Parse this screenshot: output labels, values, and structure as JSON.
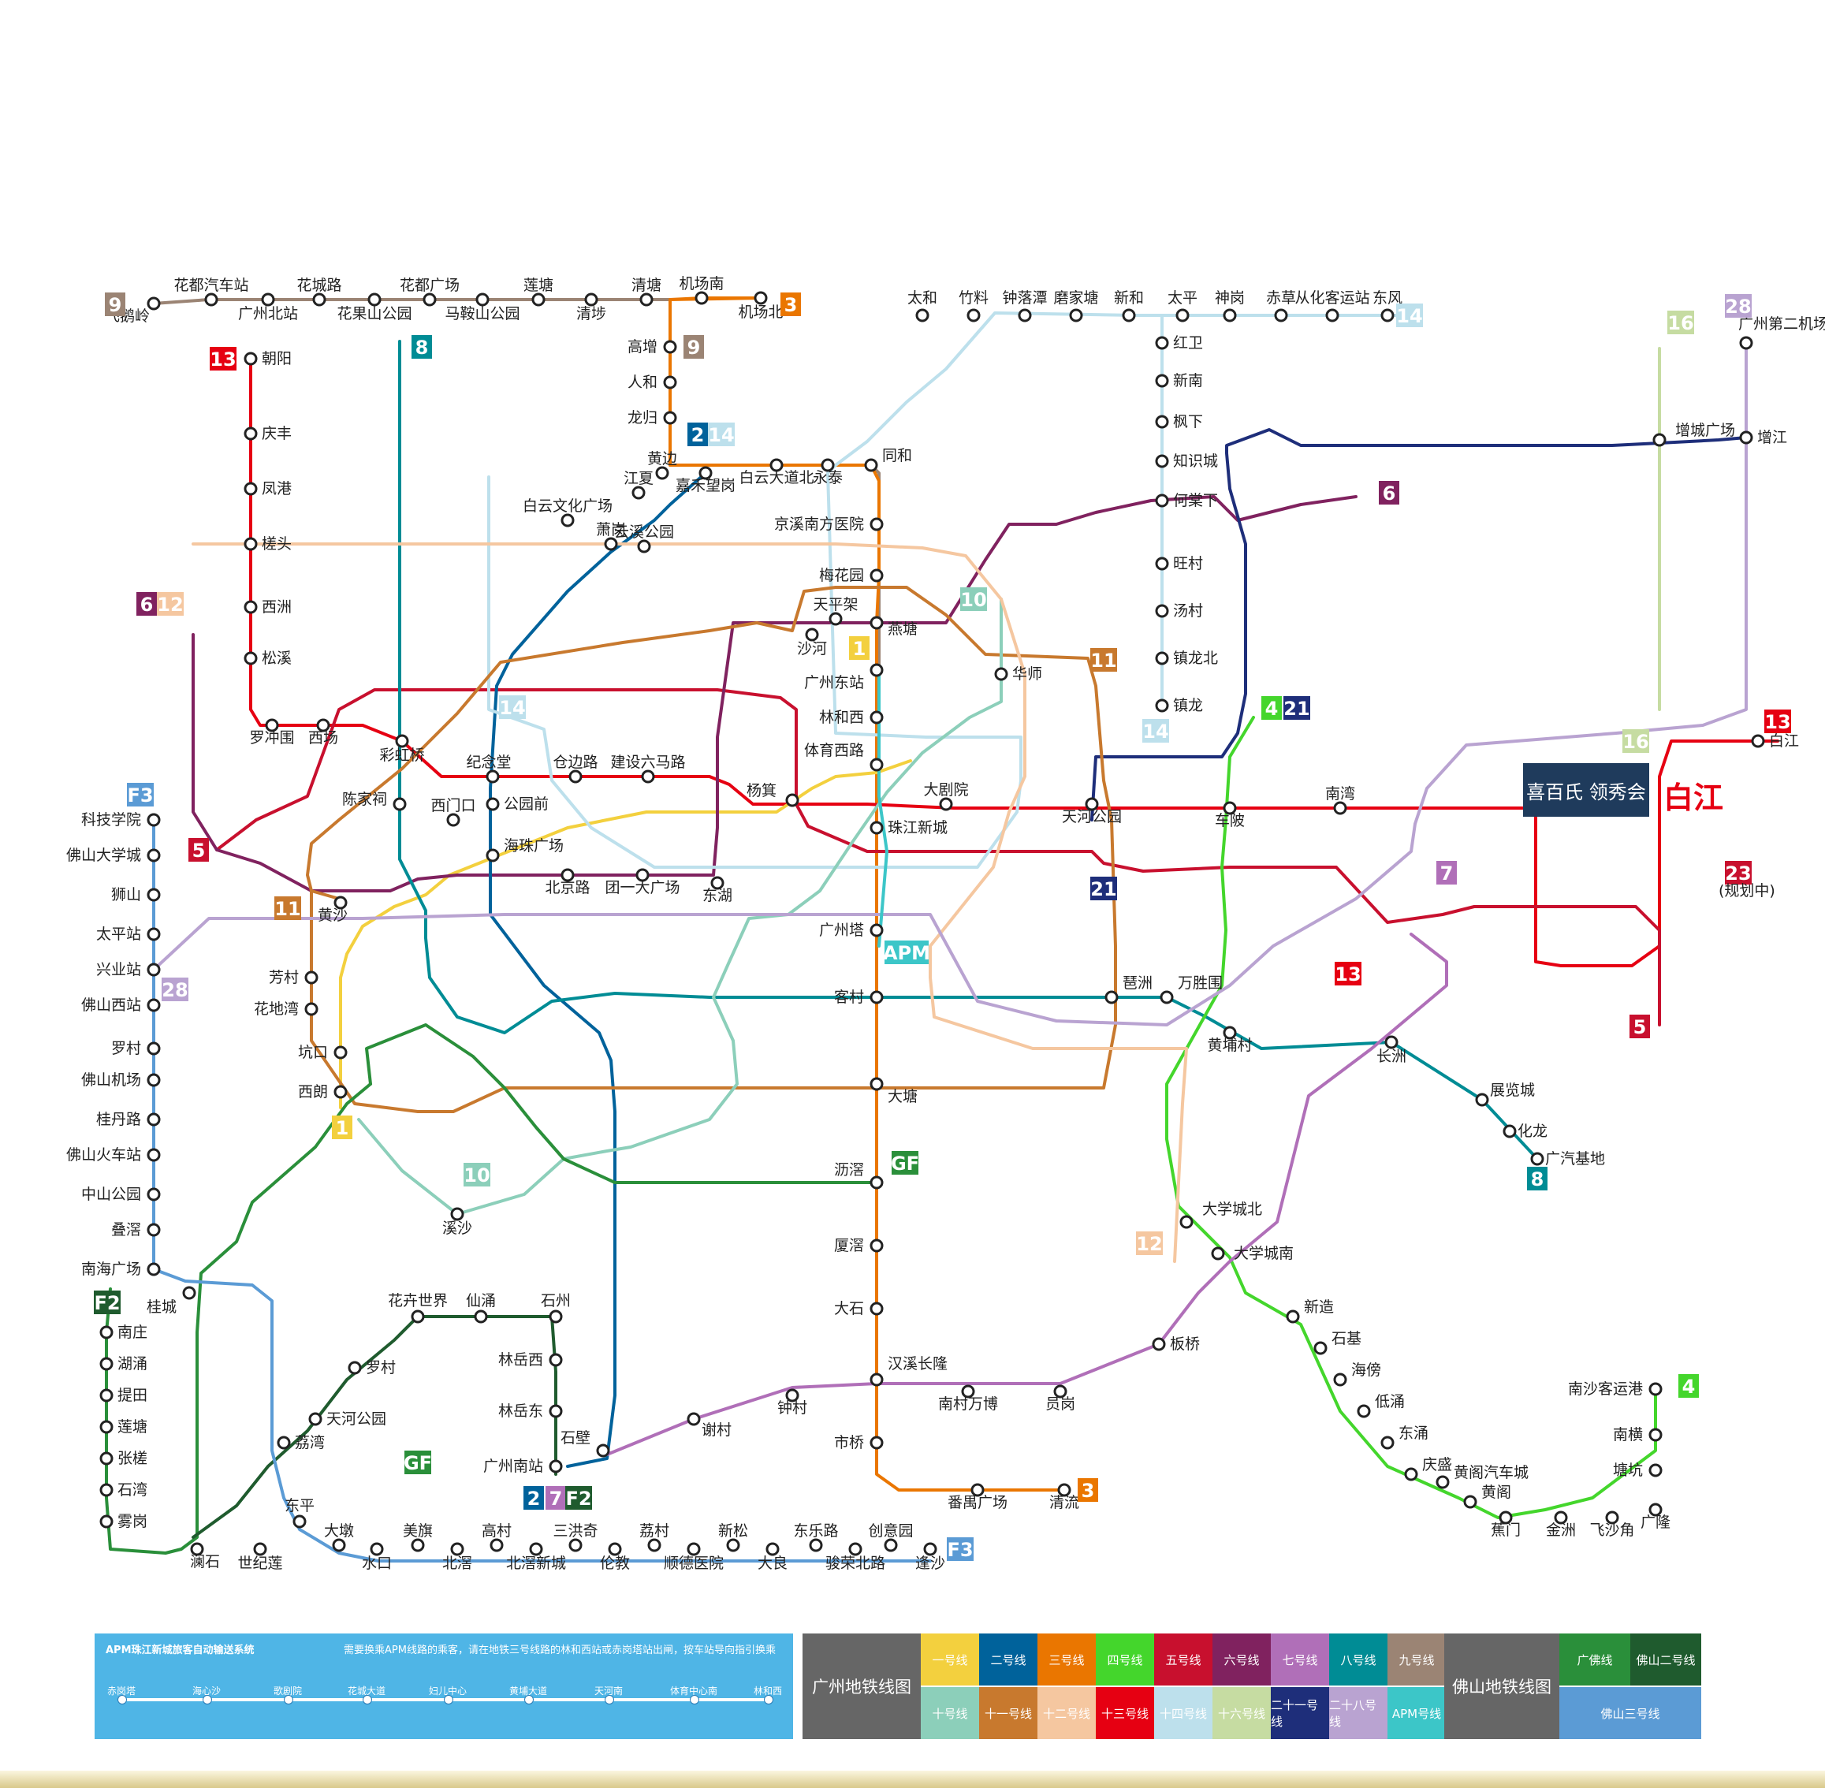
{
  "stations": [
    {
      "key": "fhl",
      "name": "飞鹅岭"
    },
    {
      "key": "hdqcz",
      "name": "花都汽车站"
    },
    {
      "key": "gzbz",
      "name": "广州北站"
    },
    {
      "key": "hcl",
      "name": "花城路"
    },
    {
      "key": "hgsgy",
      "name": "花果山公园"
    },
    {
      "key": "hdgc",
      "name": "花都广场"
    },
    {
      "key": "masgy",
      "name": "马鞍山公园"
    },
    {
      "key": "lt",
      "name": "莲塘"
    },
    {
      "key": "qb",
      "name": "清埗"
    },
    {
      "key": "qt",
      "name": "清塘"
    },
    {
      "key": "jcn",
      "name": "机场南"
    },
    {
      "key": "jcb",
      "name": "机场北"
    },
    {
      "key": "gz",
      "name": "高增"
    },
    {
      "key": "rh",
      "name": "人和"
    },
    {
      "key": "lg",
      "name": "龙归"
    },
    {
      "key": "jhwg",
      "name": "嘉禾望岗"
    },
    {
      "key": "bydlb",
      "name": "白云大道北"
    },
    {
      "key": "yt",
      "name": "永泰"
    },
    {
      "key": "th",
      "name": "同和"
    },
    {
      "key": "jxnfyy",
      "name": "京溪南方医院"
    },
    {
      "key": "mhy",
      "name": "梅花园"
    },
    {
      "key": "yt2",
      "name": "燕塘"
    },
    {
      "key": "gzdz",
      "name": "广州东站"
    },
    {
      "key": "lhx",
      "name": "林和西"
    },
    {
      "key": "tyxl",
      "name": "体育西路"
    },
    {
      "key": "zjxc",
      "name": "珠江新城"
    },
    {
      "key": "gzt",
      "name": "广州塔"
    },
    {
      "key": "kc",
      "name": "客村"
    },
    {
      "key": "dt",
      "name": "大塘"
    },
    {
      "key": "lj",
      "name": "沥滘"
    },
    {
      "key": "xl",
      "name": "厦滘"
    },
    {
      "key": "ds",
      "name": "大石"
    },
    {
      "key": "hxcl",
      "name": "汉溪长隆"
    },
    {
      "key": "sq",
      "name": "市桥"
    },
    {
      "key": "pygc",
      "name": "番禺广场"
    },
    {
      "key": "ql",
      "name": "清流"
    },
    {
      "key": "xh",
      "name": "新和"
    },
    {
      "key": "hw",
      "name": "红卫"
    },
    {
      "key": "xn",
      "name": "新南"
    },
    {
      "key": "fx",
      "name": "枫下"
    },
    {
      "key": "zsc",
      "name": "知识城"
    },
    {
      "key": "hxx",
      "name": "何棠下"
    },
    {
      "key": "wg",
      "name": "旺村"
    },
    {
      "key": "tc",
      "name": "汤村"
    },
    {
      "key": "zlb",
      "name": "镇龙北"
    },
    {
      "key": "zl",
      "name": "镇龙"
    },
    {
      "key": "th2",
      "name": "太和"
    },
    {
      "key": "zl2",
      "name": "竹料"
    },
    {
      "key": "zlt",
      "name": "钟落潭"
    },
    {
      "key": "ljt",
      "name": "磨家塘"
    },
    {
      "key": "tp",
      "name": "太平"
    },
    {
      "key": "sg",
      "name": "神岗"
    },
    {
      "key": "cc",
      "name": "赤草"
    },
    {
      "key": "chkyz",
      "name": "从化客运站"
    },
    {
      "key": "df",
      "name": "东风"
    },
    {
      "key": "zy",
      "name": "朝阳"
    },
    {
      "key": "qf",
      "name": "庆丰"
    },
    {
      "key": "fg",
      "name": "凤港"
    },
    {
      "key": "xt",
      "name": "槎头"
    },
    {
      "key": "xz",
      "name": "西洲"
    },
    {
      "key": "sx",
      "name": "松溪"
    },
    {
      "key": "lcw",
      "name": "罗冲围"
    },
    {
      "key": "xc",
      "name": "西场"
    },
    {
      "key": "chq",
      "name": "彩虹桥"
    },
    {
      "key": "jnt",
      "name": "纪念堂"
    },
    {
      "key": "cbl",
      "name": "仓边路"
    },
    {
      "key": "jsll",
      "name": "建设六马路"
    },
    {
      "key": "zhs",
      "name": "杨箕"
    },
    {
      "key": "dhc",
      "name": "大剧院"
    },
    {
      "key": "tjgy",
      "name": "天河公园"
    },
    {
      "key": "cb",
      "name": "车陂"
    },
    {
      "key": "nx",
      "name": "南湾"
    },
    {
      "key": "hly",
      "name": "海珠广场"
    },
    {
      "key": "bjl",
      "name": "北京路"
    },
    {
      "key": "tydgc",
      "name": "团一大广场"
    },
    {
      "key": "dh",
      "name": "东湖"
    },
    {
      "key": "gzsz",
      "name": "公园前"
    },
    {
      "key": "xmk",
      "name": "西门口"
    },
    {
      "key": "csd",
      "name": "陈家祠"
    },
    {
      "key": "hs",
      "name": "黄沙"
    },
    {
      "key": "kc2",
      "name": "坑口"
    },
    {
      "key": "fc",
      "name": "芳村"
    },
    {
      "key": "hdw",
      "name": "花地湾"
    },
    {
      "key": "xl2",
      "name": "西朗"
    },
    {
      "key": "hz",
      "name": "华师"
    },
    {
      "key": "sp",
      "name": "沙河"
    },
    {
      "key": "tpd",
      "name": "天平架"
    },
    {
      "key": "yzx",
      "name": "云溪公园"
    },
    {
      "key": "bysy",
      "name": "白云文化广场"
    },
    {
      "key": "xxl",
      "name": "萧岗"
    },
    {
      "key": "jx",
      "name": "江夏"
    },
    {
      "key": "jhsr",
      "name": "黄边"
    },
    {
      "key": "pz",
      "name": "琶洲"
    },
    {
      "key": "wsm",
      "name": "万胜围"
    },
    {
      "key": "hppg",
      "name": "黄埔村"
    },
    {
      "key": "cz",
      "name": "长洲"
    },
    {
      "key": "zxd",
      "name": "展览城"
    },
    {
      "key": "hg",
      "name": "化龙"
    },
    {
      "key": "gqjd",
      "name": "广汽基地"
    },
    {
      "key": "dxcb",
      "name": "大学城北"
    },
    {
      "key": "dxcn",
      "name": "大学城南"
    },
    {
      "key": "xy",
      "name": "新造"
    },
    {
      "key": "sk",
      "name": "石基"
    },
    {
      "key": "hn",
      "name": "海傍"
    },
    {
      "key": "dy",
      "name": "低涌"
    },
    {
      "key": "dc",
      "name": "东涌"
    },
    {
      "key": "qs",
      "name": "庆盛"
    },
    {
      "key": "hgqcz",
      "name": "黄阁汽车城"
    },
    {
      "key": "hge",
      "name": "黄阁"
    },
    {
      "key": "jm",
      "name": "蕉门"
    },
    {
      "key": "jz",
      "name": "金洲"
    },
    {
      "key": "fsj",
      "name": "飞沙角"
    },
    {
      "key": "gl",
      "name": "广隆"
    },
    {
      "key": "ts",
      "name": "塘坑"
    },
    {
      "key": "nh",
      "name": "南横"
    },
    {
      "key": "nsky",
      "name": "南沙客运港"
    },
    {
      "key": "gzn",
      "name": "广州南站"
    },
    {
      "key": "sb",
      "name": "石壁"
    },
    {
      "key": "hc",
      "name": "谢村"
    },
    {
      "key": "zc",
      "name": "钟村"
    },
    {
      "key": "ncwb",
      "name": "南村万博"
    },
    {
      "key": "yg",
      "name": "员岗"
    },
    {
      "key": "bq",
      "name": "板桥"
    },
    {
      "key": "ljs",
      "name": "林岳东"
    },
    {
      "key": "ljx",
      "name": "林岳西"
    },
    {
      "key": "sz",
      "name": "石州"
    },
    {
      "key": "xy2",
      "name": "仙涌"
    },
    {
      "key": "hhsj",
      "name": "花卉世界"
    },
    {
      "key": "lbt",
      "name": "罗村"
    },
    {
      "key": "tsgc",
      "name": "天河公园"
    },
    {
      "key": "gzl",
      "name": "荔湾"
    },
    {
      "key": "ls",
      "name": "溪沙"
    },
    {
      "key": "zsl",
      "name": "增城广场"
    },
    {
      "key": "zj",
      "name": "增江"
    },
    {
      "key": "gzy",
      "name": "广州第二机场"
    },
    {
      "key": "bj",
      "name": "白江"
    },
    {
      "key": "fsxz",
      "name": "佛山西站"
    },
    {
      "key": "kj",
      "name": "科技学院"
    },
    {
      "key": "fsdx",
      "name": "佛山大学城"
    },
    {
      "key": "sg2",
      "name": "狮山"
    },
    {
      "key": "tpz",
      "name": "太平站"
    },
    {
      "key": "xyz",
      "name": "兴业站"
    },
    {
      "key": "lc",
      "name": "罗村"
    },
    {
      "key": "fsjc",
      "name": "佛山机场"
    },
    {
      "key": "gdl",
      "name": "桂丹路"
    },
    {
      "key": "fshcz",
      "name": "佛山火车站"
    },
    {
      "key": "zsgy",
      "name": "中山公园"
    },
    {
      "key": "dy2",
      "name": "叠滘"
    },
    {
      "key": "nhgc",
      "name": "南海广场"
    },
    {
      "key": "gc",
      "name": "桂城"
    },
    {
      "key": "nz",
      "name": "南庄"
    },
    {
      "key": "hy",
      "name": "湖涌"
    },
    {
      "key": "tt",
      "name": "提田"
    },
    {
      "key": "lt2",
      "name": "莲塘"
    },
    {
      "key": "zy2",
      "name": "张槎"
    },
    {
      "key": "sw",
      "name": "石湾"
    },
    {
      "key": "wg2",
      "name": "雾岗"
    },
    {
      "key": "ls2",
      "name": "澜石"
    },
    {
      "key": "sjl",
      "name": "世纪莲"
    },
    {
      "key": "dp",
      "name": "东平"
    },
    {
      "key": "dd",
      "name": "大墩"
    },
    {
      "key": "sk2",
      "name": "水口"
    },
    {
      "key": "mq",
      "name": "美旗"
    },
    {
      "key": "bc",
      "name": "北滘"
    },
    {
      "key": "gc2",
      "name": "高村"
    },
    {
      "key": "bjxc",
      "name": "北滘新城"
    },
    {
      "key": "shq",
      "name": "三洪奇"
    },
    {
      "key": "lj2",
      "name": "伦教"
    },
    {
      "key": "lc2",
      "name": "荔村"
    },
    {
      "key": "sdyy",
      "name": "顺德医院"
    },
    {
      "key": "xs",
      "name": "新松"
    },
    {
      "key": "dl",
      "name": "大良"
    },
    {
      "key": "dll",
      "name": "东乐路"
    },
    {
      "key": "jrbl",
      "name": "骏荣北路"
    },
    {
      "key": "cyy",
      "name": "创意园"
    },
    {
      "key": "ps",
      "name": "逢沙"
    }
  ],
  "line_badges": [
    {
      "key": "l9a",
      "text": "9"
    },
    {
      "key": "l3a",
      "text": "3"
    },
    {
      "key": "l9b",
      "text": "9"
    },
    {
      "key": "l13a",
      "text": "13"
    },
    {
      "key": "l8a",
      "text": "8"
    },
    {
      "key": "l2a",
      "text": "2"
    },
    {
      "key": "l14a",
      "text": "14"
    },
    {
      "key": "l14b",
      "text": "14"
    },
    {
      "key": "l14c",
      "text": "14"
    },
    {
      "key": "l14d",
      "text": "14"
    },
    {
      "key": "l6a",
      "text": "6"
    },
    {
      "key": "l12a",
      "text": "12"
    },
    {
      "key": "l6b",
      "text": "6"
    },
    {
      "key": "l10a",
      "text": "10"
    },
    {
      "key": "l11a",
      "text": "11"
    },
    {
      "key": "l1a",
      "text": "1"
    },
    {
      "key": "l4a",
      "text": "4"
    },
    {
      "key": "l21a",
      "text": "21"
    },
    {
      "key": "l21b",
      "text": "21"
    },
    {
      "key": "l16a",
      "text": "16"
    },
    {
      "key": "l28a",
      "text": "28"
    },
    {
      "key": "l13b",
      "text": "13"
    },
    {
      "key": "l16b",
      "text": "16"
    },
    {
      "key": "l7a",
      "text": "7"
    },
    {
      "key": "l23a",
      "text": "23"
    },
    {
      "key": "l5a",
      "text": "5"
    },
    {
      "key": "l13c",
      "text": "13"
    },
    {
      "key": "lf3a",
      "text": "F3"
    },
    {
      "key": "l5b",
      "text": "5"
    },
    {
      "key": "l11b",
      "text": "11"
    },
    {
      "key": "l28b",
      "text": "28"
    },
    {
      "key": "lapm",
      "text": "APM"
    },
    {
      "key": "l1b",
      "text": "1"
    },
    {
      "key": "l10b",
      "text": "10"
    },
    {
      "key": "lgf",
      "text": "GF"
    },
    {
      "key": "l8b",
      "text": "8"
    },
    {
      "key": "l12b",
      "text": "12"
    },
    {
      "key": "lf2",
      "text": "F2"
    },
    {
      "key": "lgf2",
      "text": "GF"
    },
    {
      "key": "l2b",
      "text": "2"
    },
    {
      "key": "l7b",
      "text": "7"
    },
    {
      "key": "lf2b",
      "text": "F2"
    },
    {
      "key": "l3b",
      "text": "3"
    },
    {
      "key": "l4b",
      "text": "4"
    },
    {
      "key": "lf3b",
      "text": "F3"
    }
  ],
  "labels": {
    "baijiang_big": "白江",
    "planned_23": "(规划中)",
    "logo_text": "喜百氏 领秀会"
  },
  "colors": {
    "line1": "#f3d03e",
    "line2": "#00629b",
    "line3": "#ea7600",
    "line4": "#44d62c",
    "line5": "#c8102e",
    "line6": "#80225f",
    "line7": "#97d700",
    "line8": "#008c95",
    "line9": "#9b8474",
    "line10": "#8ccfba",
    "line11": "#c8792e",
    "line12": "#f5c7a0",
    "line13": "#e60012",
    "line14": "#bde0ec",
    "line16": "#c6dca2",
    "line21": "#1e2e7a",
    "line28": "#b9a3d1",
    "apm": "#3cc6c8",
    "gf": "#2a8f3a",
    "f2": "#1f5b2e",
    "f3": "#5b9bd5"
  },
  "apm": {
    "title": "APM珠江新城旅客自动输送系统",
    "note": "需要换乘APM线路的乘客，请在地铁三号线路的林和西站或赤岗塔站出闸，按车站导向指引换乘",
    "stations": [
      "赤岗塔",
      "海心沙",
      "歌剧院",
      "花城大道",
      "妇儿中心",
      "黄埔大道",
      "天河南",
      "体育中心南",
      "林和西"
    ]
  },
  "legend": {
    "guangzhou_title": "广州地铁线图",
    "foshan_title": "佛山地铁线图",
    "guangzhou_row1": [
      "一号线",
      "二号线",
      "三号线",
      "四号线",
      "五号线",
      "六号线",
      "七号线",
      "八号线",
      "九号线"
    ],
    "guangzhou_row2": [
      "十号线",
      "十一号线",
      "十二号线",
      "十三号线",
      "十四号线",
      "十六号线",
      "二十一号线",
      "二十八号线",
      "APM号线"
    ],
    "foshan_row1": [
      "广佛线",
      "佛山二号线"
    ],
    "foshan_row2": [
      "佛山三号线"
    ]
  }
}
